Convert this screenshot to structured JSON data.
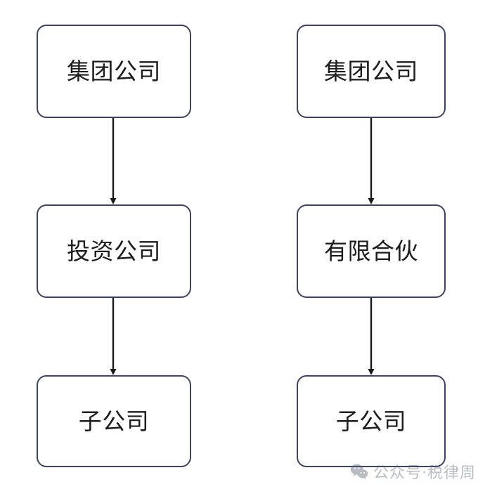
{
  "diagram": {
    "type": "flowchart",
    "orientation": "vertical",
    "title": "",
    "columns": [
      {
        "id": "left-structure",
        "nodes": [
          {
            "id": "left-node-1",
            "label": "集团公司"
          },
          {
            "id": "left-node-2",
            "label": "投资公司"
          },
          {
            "id": "left-node-3",
            "label": "子公司"
          }
        ],
        "edges": [
          {
            "from": "left-node-1",
            "to": "left-node-2",
            "style": "solid-arrow"
          },
          {
            "from": "left-node-2",
            "to": "left-node-3",
            "style": "solid-arrow"
          }
        ]
      },
      {
        "id": "right-structure",
        "nodes": [
          {
            "id": "right-node-1",
            "label": "集团公司"
          },
          {
            "id": "right-node-2",
            "label": "有限合伙"
          },
          {
            "id": "right-node-3",
            "label": "子公司"
          }
        ],
        "edges": [
          {
            "from": "right-node-1",
            "to": "right-node-2",
            "style": "solid-arrow"
          },
          {
            "from": "right-node-2",
            "to": "right-node-3",
            "style": "solid-arrow"
          }
        ]
      }
    ]
  },
  "watermark": {
    "icon": "wechat-icon",
    "text": "公众号·税律周"
  },
  "colors": {
    "node_border": "#3d4360",
    "node_fill": "#ffffff",
    "node_text": "#1d1d1d",
    "connector": "#1a1a1a",
    "background": "#ffffff",
    "watermark_text": "#5a5f72"
  }
}
